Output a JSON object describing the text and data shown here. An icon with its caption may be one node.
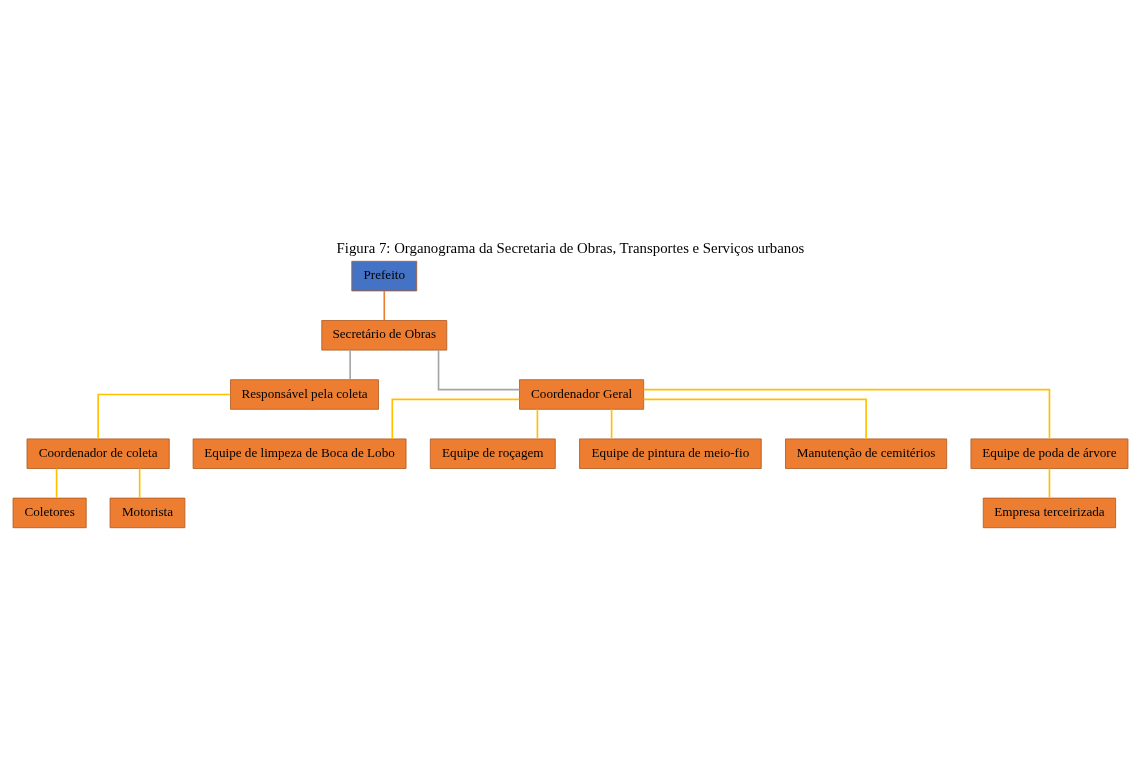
{
  "diagram": {
    "title": "Figura 7: Organograma da Secretaria de Obras, Transportes e Serviços urbanos",
    "nodes": [
      {
        "text": [
          "Prefeito"
        ]
      },
      {
        "text": [
          "Secretário de Obras"
        ]
      },
      {
        "text": [
          "Responsável pela coleta"
        ]
      },
      {
        "text": [
          "Coordenador Geral"
        ]
      },
      {
        "text": [
          "Coordenador de coleta"
        ]
      },
      {
        "text": [
          "Coletores"
        ]
      },
      {
        "text": [
          "Motorista"
        ]
      },
      {
        "text": [
          "Equipe de limpeza de Boca de Lobo"
        ]
      },
      {
        "text": [
          "Equipe de roçagem"
        ]
      },
      {
        "text": [
          "Equipe de pintura de meio-fio"
        ]
      },
      {
        "text": [
          "Manutenção de cemitérios"
        ]
      },
      {
        "text": [
          "Equipe de poda de árvore"
        ]
      },
      {
        "text": [
          "Empresa terceirizada"
        ]
      }
    ],
    "edges": [
      {
        "from": 0,
        "to": 1,
        "arrow": "none",
        "color": "#ed7d31"
      },
      {
        "from": 1,
        "to": 2,
        "arrow": "none",
        "color": "#a5a5a5"
      },
      {
        "from": 1,
        "to": 3,
        "arrow": "none",
        "color": "#a5a5a5"
      },
      {
        "from": 2,
        "to": 4,
        "arrow": "none"
      },
      {
        "from": 4,
        "to": 5,
        "arrow": "none"
      },
      {
        "from": 4,
        "to": 6,
        "arrow": "none"
      },
      {
        "from": 3,
        "to": 7,
        "arrow": "none"
      },
      {
        "from": 3,
        "to": 8,
        "arrow": "none"
      },
      {
        "from": 3,
        "to": 9,
        "arrow": "none"
      },
      {
        "from": 3,
        "to": 10,
        "arrow": "none"
      },
      {
        "from": 3,
        "to": 11,
        "arrow": "none"
      },
      {
        "from": 11,
        "to": 12,
        "arrow": "none"
      }
    ]
  }
}
